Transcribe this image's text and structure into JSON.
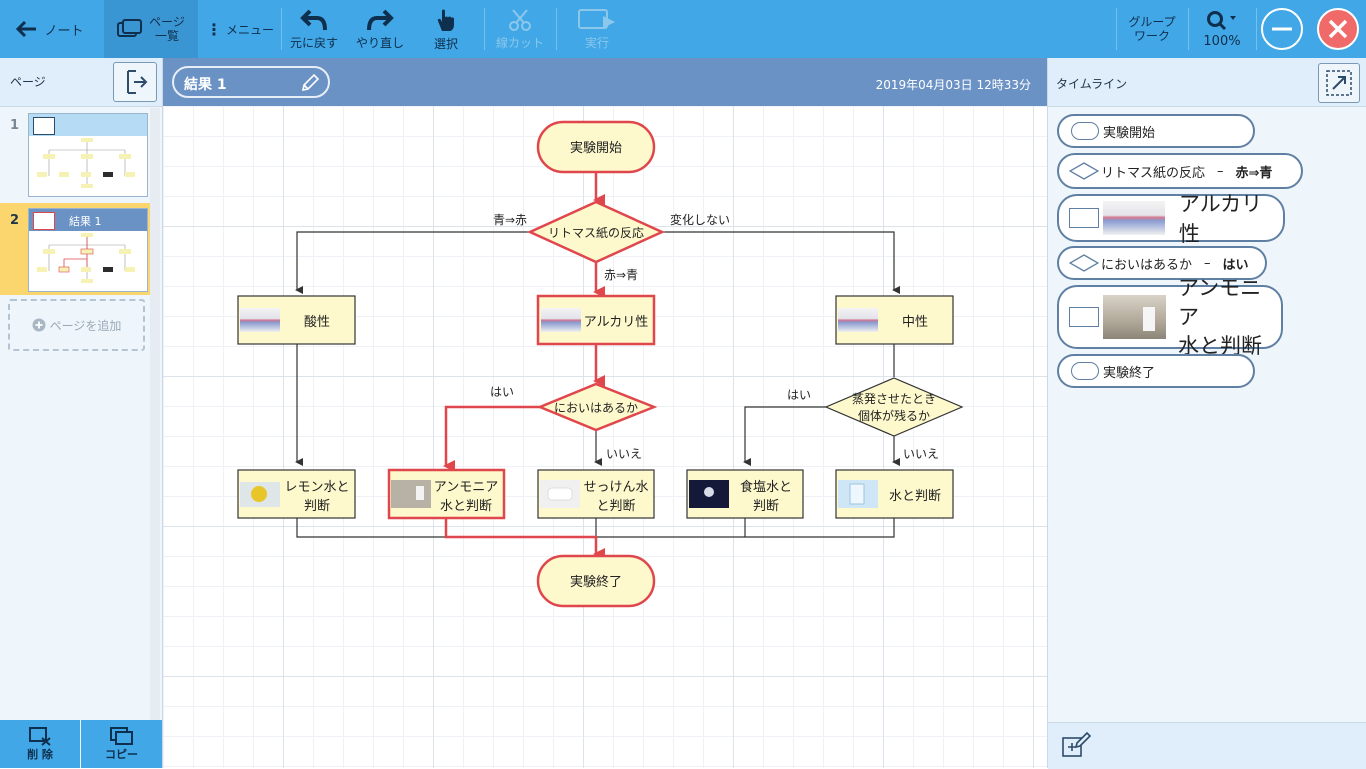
{
  "toolbar": {
    "back_label": "ノート",
    "page_list_label_1": "ページ",
    "page_list_label_2": "一覧",
    "menu_label": "メニュー",
    "undo_label": "元に戻す",
    "redo_label": "やり直し",
    "select_label": "選択",
    "cut_label": "線カット",
    "run_label": "実行",
    "groupwork_label_1": "グループ",
    "groupwork_label_2": "ワーク",
    "zoom_label": "100%"
  },
  "pages_panel": {
    "title": "ページ",
    "pages": [
      {
        "number": "1",
        "title": ""
      },
      {
        "number": "2",
        "title": "結果 1"
      }
    ],
    "add_page_label": "ページを追加",
    "delete_label": "削 除",
    "copy_label": "コピー"
  },
  "page": {
    "title": "結果 1",
    "timestamp": "2019年04月03日 12時33分"
  },
  "flowchart": {
    "start": "実験開始",
    "q1": "リトマス紙の反応",
    "branch_left": "青⇒赤",
    "branch_right": "変化しない",
    "branch_mid": "赤⇒青",
    "acid": "酸性",
    "alkaline": "アルカリ性",
    "neutral": "中性",
    "q2": "においはあるか",
    "q2_yes": "はい",
    "q2_no": "いいえ",
    "q3_line1": "蒸発させたとき",
    "q3_line2": "個体が残るか",
    "q3_yes": "はい",
    "q3_no": "いいえ",
    "r1_line1": "レモン水と",
    "r1_line2": "判断",
    "r2_line1": "アンモニア",
    "r2_line2": "水と判断",
    "r3_line1": "せっけん水",
    "r3_line2": "と判断",
    "r4_line1": "食塩水と",
    "r4_line2": "判断",
    "r5": "水と判断",
    "end": "実験終了",
    "colors": {
      "box_fill": "#fdf9cd",
      "highlight": "#e0474c",
      "line": "#333333"
    }
  },
  "timeline": {
    "title": "タイムライン",
    "items": [
      {
        "text": "実験開始"
      },
      {
        "text": "リトマス紙の反応",
        "sep": "–",
        "answer": "赤⇒青"
      },
      {
        "text": "アルカリ性"
      },
      {
        "text": "においはあるか",
        "sep": "–",
        "answer": "はい"
      },
      {
        "text_line1": "アンモニア",
        "text_line2": "水と判断"
      },
      {
        "text": "実験終了"
      }
    ]
  }
}
